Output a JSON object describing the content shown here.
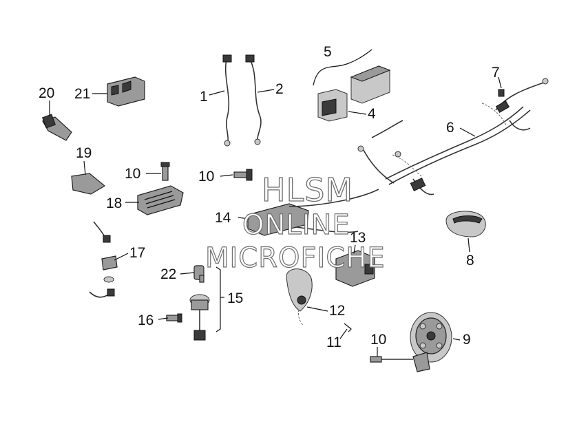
{
  "watermark": {
    "line1": "HLSM",
    "line2": "ONLINE",
    "line3": "MICROFICHE"
  },
  "callouts": [
    {
      "id": "c1",
      "label": "1"
    },
    {
      "id": "c2",
      "label": "2"
    },
    {
      "id": "c4",
      "label": "4"
    },
    {
      "id": "c5",
      "label": "5"
    },
    {
      "id": "c6",
      "label": "6"
    },
    {
      "id": "c7",
      "label": "7"
    },
    {
      "id": "c8",
      "label": "8"
    },
    {
      "id": "c9",
      "label": "9"
    },
    {
      "id": "c10a",
      "label": "10"
    },
    {
      "id": "c10b",
      "label": "10"
    },
    {
      "id": "c10c",
      "label": "10"
    },
    {
      "id": "c11",
      "label": "11"
    },
    {
      "id": "c12",
      "label": "12"
    },
    {
      "id": "c13",
      "label": "13"
    },
    {
      "id": "c14",
      "label": "14"
    },
    {
      "id": "c15",
      "label": "15"
    },
    {
      "id": "c16",
      "label": "16"
    },
    {
      "id": "c17",
      "label": "17"
    },
    {
      "id": "c18",
      "label": "18"
    },
    {
      "id": "c19",
      "label": "19"
    },
    {
      "id": "c20",
      "label": "20"
    },
    {
      "id": "c21",
      "label": "21"
    },
    {
      "id": "c22",
      "label": "22"
    }
  ]
}
